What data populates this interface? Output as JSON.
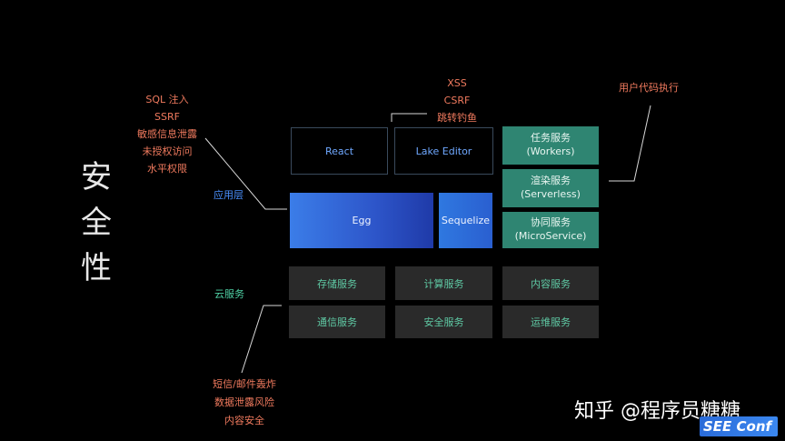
{
  "title_chars": [
    "安",
    "全",
    "性"
  ],
  "threats_app": [
    "SQL 注入",
    "SSRF",
    "敏感信息泄露",
    "未授权访问",
    "水平权限"
  ],
  "threats_frontend": [
    "XSS",
    "CSRF",
    "跳转钓鱼"
  ],
  "threats_user_code": [
    "用户代码执行"
  ],
  "threats_cloud": [
    "短信/邮件轰炸",
    "数据泄露风险",
    "内容安全"
  ],
  "layers": {
    "app": "应用层",
    "cloud": "云服务"
  },
  "boxes": {
    "react": "React",
    "lake_editor": "Lake Editor",
    "egg": "Egg",
    "sequelize": "Sequelize",
    "workers": [
      "任务服务",
      "(Workers)"
    ],
    "serverless": [
      "渲染服务",
      "(Serverless)"
    ],
    "microservice": [
      "协同服务",
      "(MicroService)"
    ]
  },
  "cloud_services": [
    "存储服务",
    "计算服务",
    "内容服务",
    "通信服务",
    "安全服务",
    "运维服务"
  ],
  "watermark": "知乎 @程序员糖糖",
  "conference": "SEE Conf",
  "colors": {
    "background": "#000000",
    "threat_text": "#f07a5e",
    "app_layer_label": "#4a90ff",
    "cloud_layer_label": "#4fd1a5",
    "teal_box": "#2f8572",
    "egg_box": "#2d55c9",
    "cloud_box": "#2a2a2a"
  }
}
